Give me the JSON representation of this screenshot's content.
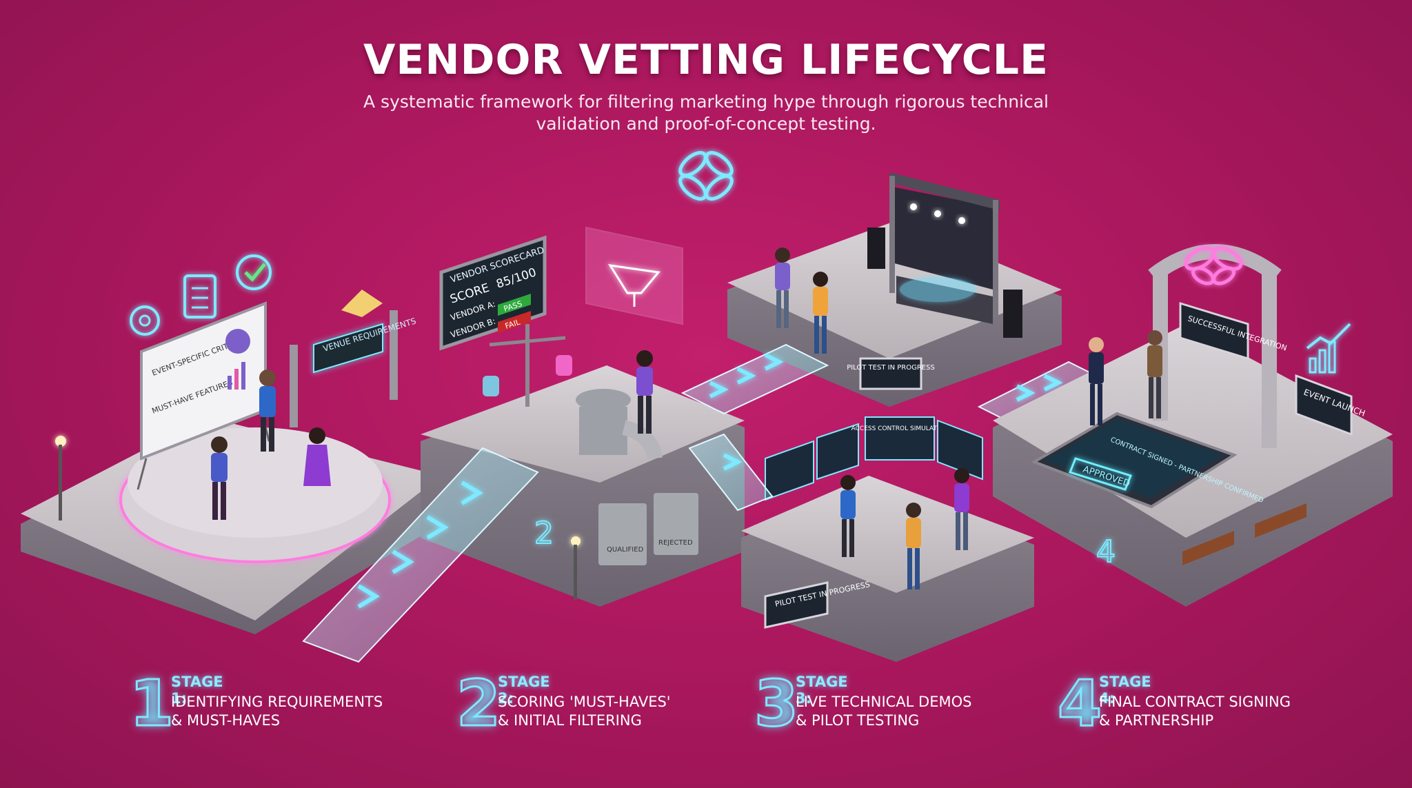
{
  "header": {
    "title": "VENDOR VETTING LIFECYCLE",
    "subtitle": "A systematic framework for filtering marketing hype through rigorous technical validation and proof-of-concept testing."
  },
  "colors": {
    "background": "#a8175c",
    "neon_cyan": "#7ee9ff",
    "neon_pink": "#ff6fd8",
    "platform": "#c9c4c8",
    "pass_green": "#2eaa3c",
    "fail_red": "#c9282a"
  },
  "stage1": {
    "whiteboard_line1": "EVENT-SPECIFIC CRITERIA",
    "whiteboard_line2": "MUST-HAVE FEATURES",
    "venue_sign": "VENUE REQUIREMENTS",
    "icons": [
      "gear-icon",
      "clipboard-checklist-icon",
      "check-circle-icon"
    ]
  },
  "stage2": {
    "scorecard_title": "VENDOR SCORECARD",
    "score_label": "SCORE",
    "score_value": "85/100",
    "vendor_a_label": "VENDOR A:",
    "vendor_a_result": "PASS",
    "vendor_b_label": "VENDOR B:",
    "vendor_b_result": "FAIL",
    "bin_qualified": "QUALIFIED",
    "bin_rejected": "REJECTED",
    "platform_number": "2",
    "icons": [
      "funnel-icon",
      "scale-icon"
    ]
  },
  "stage3": {
    "stage_sign": "PILOT TEST IN PROGRESS",
    "lower_sign": "PILOT TEST IN PROGRESS",
    "monitor_center": "ACCESS CONTROL SIMULATION"
  },
  "stage4": {
    "arch_sign": "SUCCESSFUL INTEGRATION",
    "launch_sign": "EVENT LAUNCH",
    "contract_title": "CONTRACT SIGNED - PARTNERSHIP CONFIRMED",
    "approved_stamp": "APPROVED",
    "platform_number": "4",
    "icons": [
      "growth-chart-icon",
      "butterfly-logo-icon"
    ]
  },
  "stages": [
    {
      "number": "1",
      "heading": "STAGE 1:",
      "description": "IDENTIFYING REQUIREMENTS\n& MUST-HAVES"
    },
    {
      "number": "2",
      "heading": "STAGE 2:",
      "description": "SCORING 'MUST-HAVES'\n& INITIAL FILTERING"
    },
    {
      "number": "3",
      "heading": "STAGE 3:",
      "description": "LIVE TECHNICAL DEMOS\n& PILOT TESTING"
    },
    {
      "number": "4",
      "heading": "STAGE 4:",
      "description": "FINAL CONTRACT SIGNING\n& PARTNERSHIP"
    }
  ]
}
